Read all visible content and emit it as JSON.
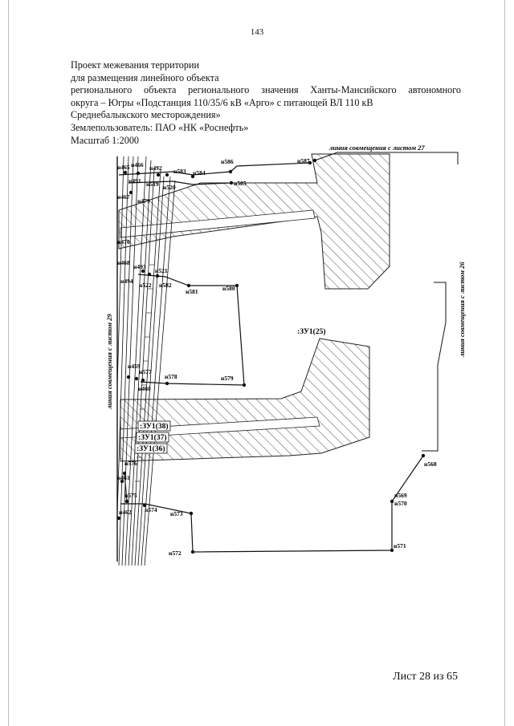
{
  "page_number": "143",
  "header": {
    "line1": "Проект межевания территории",
    "line2": "для размещения линейного объекта",
    "line3": "регионального объекта регионального значения Ханты-Мансийского автономного",
    "line4": "округа – Югры «Подстанция 110/35/6 кВ «Арго» с питающей ВЛ 110 кВ",
    "line5": "Среднебалыкского месторождения»",
    "line6": "Землепользователь: ПАО «НК «Роснефть»",
    "line7": "Масштаб 1:2000"
  },
  "match_lines": {
    "top": "линия совмещения с листом 27",
    "right": "линия совмещения с листом 26",
    "left": "линия совмещения с листом 29"
  },
  "parcels": {
    "zu1_25": ":ЗУ1(25)",
    "zu1_38": ":ЗУ1(38)",
    "zu1_37": ":ЗУ1(37)",
    "zu1_36": ":ЗУ1(36)"
  },
  "points": {
    "n465": "н465",
    "n466": "н466",
    "n492": "н492",
    "n583": "н583",
    "n584": "н584",
    "n586": "н586",
    "n587": "н587",
    "n491": "н491",
    "n519": "н519",
    "n520": "н520",
    "n585": "н585",
    "n467": "н467",
    "n479": "н479",
    "n470": "н470",
    "n468": "н468",
    "n493": "н493",
    "n521": "н521",
    "n494": "н494",
    "n522": "н522",
    "n582": "н582",
    "n581": "н581",
    "n580": "н580",
    "n459": "н459",
    "n577": "н577",
    "n460": "н460",
    "n578": "н578",
    "n579": "н579",
    "n576": "н576",
    "n461": "н461",
    "n575": "н575",
    "n462": "н462",
    "n574": "н574",
    "n573": "н573",
    "n572": "н572",
    "n571": "н571",
    "n568": "н568",
    "n569": "н569",
    "n570": "н570"
  },
  "footer": {
    "sheet": "Лист 28 из 65"
  }
}
